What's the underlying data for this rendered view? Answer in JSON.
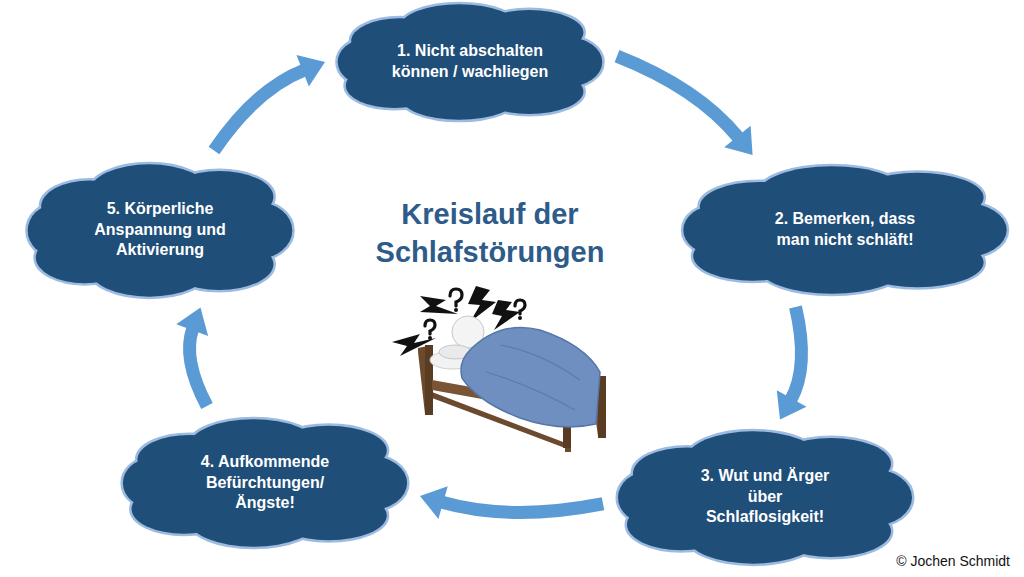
{
  "diagram": {
    "title": "Kreislauf der Schlafstörungen",
    "nodes": [
      {
        "text": [
          "1. Nicht abschalten können / wachliegen"
        ]
      },
      {
        "text": [
          "2. Bemerken, dass man nicht schläft!"
        ]
      },
      {
        "text": [
          "3. Wut und Ärger über Schlaflosigkeit!"
        ]
      },
      {
        "text": [
          "4. Aufkommende Befürchtungen/ Ängste!"
        ]
      },
      {
        "text": [
          "5. Körperliche Anspannung und Aktivierung"
        ]
      }
    ],
    "edges": [
      {
        "from": 0,
        "to": 1,
        "arrow": "to"
      },
      {
        "from": 1,
        "to": 2,
        "arrow": "to"
      },
      {
        "from": 2,
        "to": 3,
        "arrow": "to"
      },
      {
        "from": 3,
        "to": 4,
        "arrow": "to"
      },
      {
        "from": 4,
        "to": 0,
        "arrow": "to"
      }
    ],
    "labels": [
      "© Jochen Schmidt"
    ]
  }
}
